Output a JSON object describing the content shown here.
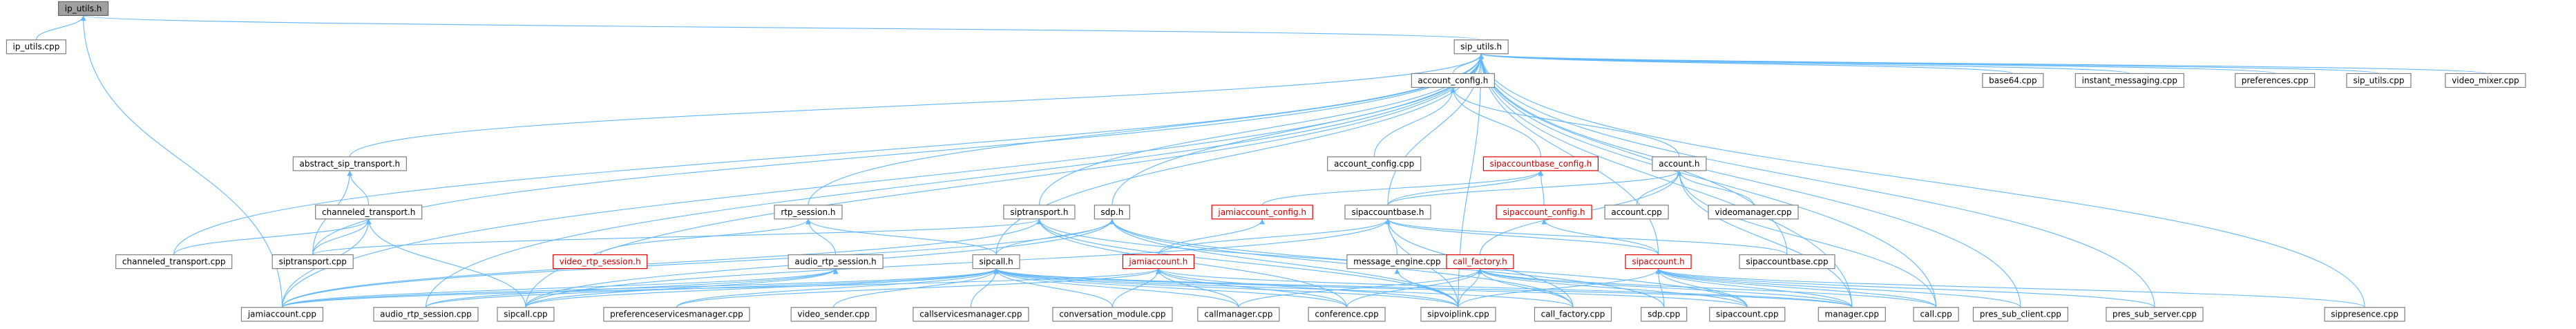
{
  "colors": {
    "edge": "#63b8ff",
    "node_border": "#808080",
    "node_border_highlight": "#e00000",
    "label_highlight": "#d00000",
    "root_fill": "#a0a0a0"
  },
  "nodes": [
    {
      "id": "ip_utils_h",
      "label": "ip_utils.h",
      "style": "root"
    },
    {
      "id": "ip_utils_cpp",
      "label": "ip_utils.cpp"
    },
    {
      "id": "sip_utils_h",
      "label": "sip_utils.h"
    },
    {
      "id": "account_config_h",
      "label": "account_config.h"
    },
    {
      "id": "base64_cpp",
      "label": "base64.cpp"
    },
    {
      "id": "instant_messaging_cpp",
      "label": "instant_messaging.cpp"
    },
    {
      "id": "preferences_cpp",
      "label": "preferences.cpp"
    },
    {
      "id": "sip_utils_cpp",
      "label": "sip_utils.cpp"
    },
    {
      "id": "video_mixer_cpp",
      "label": "video_mixer.cpp"
    },
    {
      "id": "abstract_sip_transport_h",
      "label": "abstract_sip_transport.h"
    },
    {
      "id": "account_config_cpp",
      "label": "account_config.cpp"
    },
    {
      "id": "sipaccountbase_config_h",
      "label": "sipaccountbase_config.h",
      "style": "red"
    },
    {
      "id": "account_h",
      "label": "account.h"
    },
    {
      "id": "channeled_transport_h",
      "label": "channeled_transport.h"
    },
    {
      "id": "rtp_session_h",
      "label": "rtp_session.h"
    },
    {
      "id": "siptransport_h",
      "label": "siptransport.h"
    },
    {
      "id": "sdp_h",
      "label": "sdp.h"
    },
    {
      "id": "jamiaccount_config_h",
      "label": "jamiaccount_config.h",
      "style": "red"
    },
    {
      "id": "sipaccountbase_h",
      "label": "sipaccountbase.h"
    },
    {
      "id": "sipaccount_config_h",
      "label": "sipaccount_config.h",
      "style": "red"
    },
    {
      "id": "account_cpp",
      "label": "account.cpp"
    },
    {
      "id": "videomanager_cpp",
      "label": "videomanager.cpp"
    },
    {
      "id": "channeled_transport_cpp",
      "label": "channeled_transport.cpp"
    },
    {
      "id": "siptransport_cpp",
      "label": "siptransport.cpp"
    },
    {
      "id": "video_rtp_session_h",
      "label": "video_rtp_session.h",
      "style": "red"
    },
    {
      "id": "audio_rtp_session_h",
      "label": "audio_rtp_session.h"
    },
    {
      "id": "sipcall_h",
      "label": "sipcall.h"
    },
    {
      "id": "jamiaccount_h",
      "label": "jamiaccount.h",
      "style": "red"
    },
    {
      "id": "message_engine_cpp",
      "label": "message_engine.cpp"
    },
    {
      "id": "call_factory_h",
      "label": "call_factory.h",
      "style": "red"
    },
    {
      "id": "sipaccount_h",
      "label": "sipaccount.h",
      "style": "red"
    },
    {
      "id": "sipaccountbase_cpp",
      "label": "sipaccountbase.cpp"
    },
    {
      "id": "jamiaccount_cpp",
      "label": "jamiaccount.cpp"
    },
    {
      "id": "audio_rtp_session_cpp",
      "label": "audio_rtp_session.cpp"
    },
    {
      "id": "sipcall_cpp",
      "label": "sipcall.cpp"
    },
    {
      "id": "preferenceservicesmanager_cpp",
      "label": "preferenceservicesmanager.cpp"
    },
    {
      "id": "video_sender_cpp",
      "label": "video_sender.cpp"
    },
    {
      "id": "callservicesmanager_cpp",
      "label": "callservicesmanager.cpp"
    },
    {
      "id": "conversation_module_cpp",
      "label": "conversation_module.cpp"
    },
    {
      "id": "callmanager_cpp",
      "label": "callmanager.cpp"
    },
    {
      "id": "conference_cpp",
      "label": "conference.cpp"
    },
    {
      "id": "sipvoiplink_cpp",
      "label": "sipvoiplink.cpp"
    },
    {
      "id": "call_factory_cpp",
      "label": "call_factory.cpp"
    },
    {
      "id": "sdp_cpp",
      "label": "sdp.cpp"
    },
    {
      "id": "sipaccount_cpp",
      "label": "sipaccount.cpp"
    },
    {
      "id": "manager_cpp",
      "label": "manager.cpp"
    },
    {
      "id": "call_cpp",
      "label": "call.cpp"
    },
    {
      "id": "pres_sub_client_cpp",
      "label": "pres_sub_client.cpp"
    },
    {
      "id": "pres_sub_server_cpp",
      "label": "pres_sub_server.cpp"
    },
    {
      "id": "sippresence_cpp",
      "label": "sippresence.cpp"
    }
  ],
  "edges": [
    [
      "ip_utils_h",
      "ip_utils_cpp"
    ],
    [
      "ip_utils_h",
      "sip_utils_h"
    ],
    [
      "ip_utils_h",
      "jamiaccount_cpp"
    ],
    [
      "sip_utils_h",
      "account_config_h"
    ],
    [
      "sip_utils_h",
      "base64_cpp"
    ],
    [
      "sip_utils_h",
      "instant_messaging_cpp"
    ],
    [
      "sip_utils_h",
      "preferences_cpp"
    ],
    [
      "sip_utils_h",
      "sip_utils_cpp"
    ],
    [
      "sip_utils_h",
      "video_mixer_cpp"
    ],
    [
      "sip_utils_h",
      "abstract_sip_transport_h"
    ],
    [
      "sip_utils_h",
      "channeled_transport_cpp"
    ],
    [
      "sip_utils_h",
      "siptransport_cpp"
    ],
    [
      "sip_utils_h",
      "rtp_session_h"
    ],
    [
      "sip_utils_h",
      "siptransport_h"
    ],
    [
      "sip_utils_h",
      "sdp_h"
    ],
    [
      "sip_utils_h",
      "sipaccountbase_h"
    ],
    [
      "sip_utils_h",
      "sipcall_h"
    ],
    [
      "sip_utils_h",
      "jamiaccount_cpp"
    ],
    [
      "sip_utils_h",
      "audio_rtp_session_cpp"
    ],
    [
      "sip_utils_h",
      "sipcall_cpp"
    ],
    [
      "sip_utils_h",
      "sipvoiplink_cpp"
    ],
    [
      "sip_utils_h",
      "sipaccountbase_cpp"
    ],
    [
      "sip_utils_h",
      "sipaccount_h"
    ],
    [
      "sip_utils_h",
      "manager_cpp"
    ],
    [
      "sip_utils_h",
      "call_cpp"
    ],
    [
      "sip_utils_h",
      "pres_sub_client_cpp"
    ],
    [
      "sip_utils_h",
      "pres_sub_server_cpp"
    ],
    [
      "sip_utils_h",
      "sippresence_cpp"
    ],
    [
      "account_config_h",
      "account_config_cpp"
    ],
    [
      "account_config_h",
      "sipaccountbase_config_h"
    ],
    [
      "account_config_h",
      "account_h"
    ],
    [
      "sipaccountbase_config_h",
      "jamiaccount_config_h"
    ],
    [
      "sipaccountbase_config_h",
      "sipaccountbase_h"
    ],
    [
      "sipaccountbase_config_h",
      "sipaccount_config_h"
    ],
    [
      "account_h",
      "account_cpp"
    ],
    [
      "account_h",
      "videomanager_cpp"
    ],
    [
      "account_h",
      "sipaccountbase_h"
    ],
    [
      "account_h",
      "call_factory_h"
    ],
    [
      "account_h",
      "manager_cpp"
    ],
    [
      "account_h",
      "call_cpp"
    ],
    [
      "abstract_sip_transport_h",
      "channeled_transport_h"
    ],
    [
      "abstract_sip_transport_h",
      "siptransport_cpp"
    ],
    [
      "channeled_transport_h",
      "channeled_transport_cpp"
    ],
    [
      "channeled_transport_h",
      "siptransport_cpp"
    ],
    [
      "channeled_transport_h",
      "sipcall_cpp"
    ],
    [
      "channeled_transport_h",
      "jamiaccount_cpp"
    ],
    [
      "rtp_session_h",
      "video_rtp_session_h"
    ],
    [
      "rtp_session_h",
      "audio_rtp_session_h"
    ],
    [
      "rtp_session_h",
      "sipcall_h"
    ],
    [
      "siptransport_h",
      "siptransport_cpp"
    ],
    [
      "siptransport_h",
      "jamiaccount_cpp"
    ],
    [
      "siptransport_h",
      "sipvoiplink_cpp"
    ],
    [
      "siptransport_h",
      "sipaccount_cpp"
    ],
    [
      "siptransport_h",
      "conference_cpp"
    ],
    [
      "sdp_h",
      "sipcall_h"
    ],
    [
      "sdp_h",
      "sdp_cpp"
    ],
    [
      "sdp_h",
      "jamiaccount_cpp"
    ],
    [
      "sdp_h",
      "sipcall_cpp"
    ],
    [
      "sdp_h",
      "sipvoiplink_cpp"
    ],
    [
      "sdp_h",
      "call_factory_cpp"
    ],
    [
      "jamiaccount_config_h",
      "jamiaccount_h"
    ],
    [
      "sipaccountbase_h",
      "jamiaccount_h"
    ],
    [
      "sipaccountbase_h",
      "message_engine_cpp"
    ],
    [
      "sipaccountbase_h",
      "sipaccount_h"
    ],
    [
      "sipaccountbase_h",
      "sipaccountbase_cpp"
    ],
    [
      "sipaccountbase_h",
      "sipcall_cpp"
    ],
    [
      "sipaccountbase_h",
      "call_factory_cpp"
    ],
    [
      "sipaccountbase_h",
      "sipvoiplink_cpp"
    ],
    [
      "sipaccount_config_h",
      "sipaccount_h"
    ],
    [
      "audio_rtp_session_h",
      "audio_rtp_session_cpp"
    ],
    [
      "audio_rtp_session_h",
      "sipcall_cpp"
    ],
    [
      "audio_rtp_session_h",
      "jamiaccount_cpp"
    ],
    [
      "sipcall_h",
      "jamiaccount_cpp"
    ],
    [
      "sipcall_h",
      "audio_rtp_session_cpp"
    ],
    [
      "sipcall_h",
      "sipcall_cpp"
    ],
    [
      "sipcall_h",
      "preferenceservicesmanager_cpp"
    ],
    [
      "sipcall_h",
      "video_sender_cpp"
    ],
    [
      "sipcall_h",
      "callservicesmanager_cpp"
    ],
    [
      "sipcall_h",
      "conversation_module_cpp"
    ],
    [
      "sipcall_h",
      "callmanager_cpp"
    ],
    [
      "sipcall_h",
      "conference_cpp"
    ],
    [
      "sipcall_h",
      "sipvoiplink_cpp"
    ],
    [
      "sipcall_h",
      "call_factory_cpp"
    ],
    [
      "sipcall_h",
      "sipaccount_cpp"
    ],
    [
      "sipcall_h",
      "manager_cpp"
    ],
    [
      "jamiaccount_h",
      "jamiaccount_cpp"
    ],
    [
      "jamiaccount_h",
      "preferenceservicesmanager_cpp"
    ],
    [
      "jamiaccount_h",
      "conversation_module_cpp"
    ],
    [
      "jamiaccount_h",
      "callmanager_cpp"
    ],
    [
      "jamiaccount_h",
      "conference_cpp"
    ],
    [
      "jamiaccount_h",
      "sipvoiplink_cpp"
    ],
    [
      "jamiaccount_h",
      "manager_cpp"
    ],
    [
      "call_factory_h",
      "callmanager_cpp"
    ],
    [
      "call_factory_h",
      "conference_cpp"
    ],
    [
      "call_factory_h",
      "call_factory_cpp"
    ],
    [
      "call_factory_h",
      "sipvoiplink_cpp"
    ],
    [
      "call_factory_h",
      "sipaccount_cpp"
    ],
    [
      "call_factory_h",
      "manager_cpp"
    ],
    [
      "call_factory_h",
      "call_cpp"
    ],
    [
      "sipaccount_h",
      "sipvoiplink_cpp"
    ],
    [
      "sipaccount_h",
      "sdp_cpp"
    ],
    [
      "sipaccount_h",
      "sipaccount_cpp"
    ],
    [
      "sipaccount_h",
      "manager_cpp"
    ],
    [
      "sipaccount_h",
      "call_cpp"
    ],
    [
      "sipaccount_h",
      "pres_sub_client_cpp"
    ],
    [
      "sipaccount_h",
      "pres_sub_server_cpp"
    ],
    [
      "sipaccount_h",
      "sippresence_cpp"
    ],
    [
      "message_engine_cpp",
      "sipvoiplink_cpp"
    ]
  ]
}
